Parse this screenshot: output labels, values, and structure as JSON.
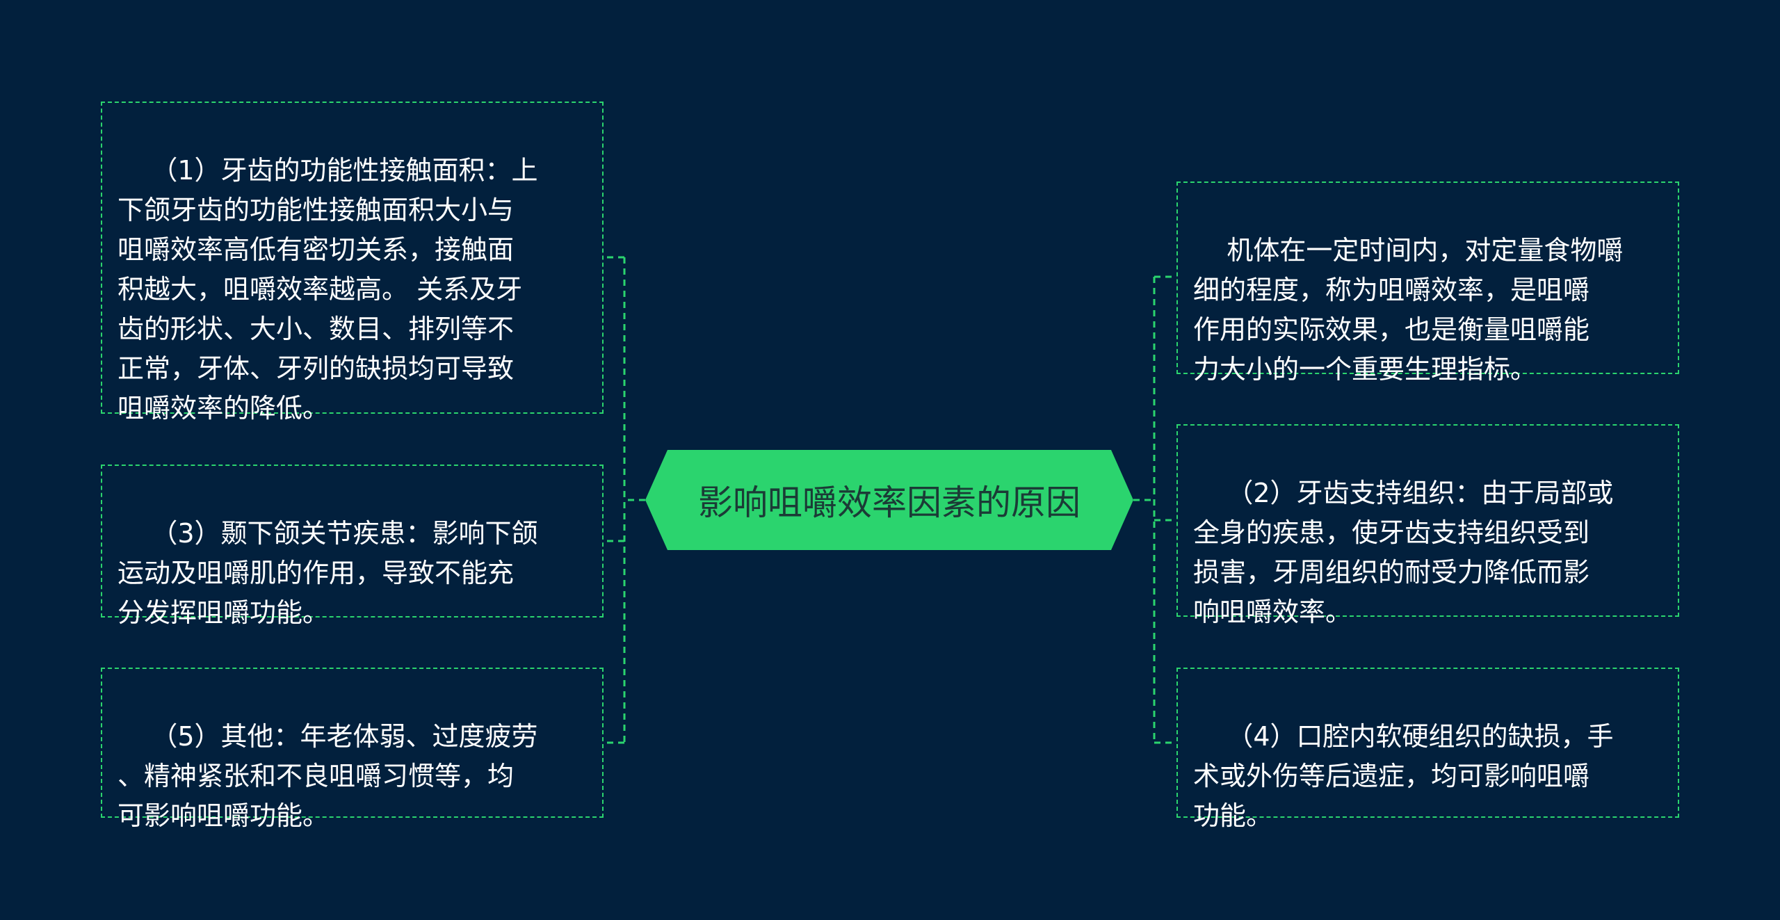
{
  "center": {
    "label": "影响咀嚼效率因素的原因"
  },
  "left_nodes": [
    {
      "id": "factor-1",
      "text": "（1）牙齿的功能性接触面积：上\n下颌牙齿的功能性接触面积大小与\n咀嚼效率高低有密切关系，接触面\n积越大，咀嚼效率越高。 关系及牙\n齿的形状、大小、数目、排列等不\n正常，牙体、牙列的缺损均可导致\n咀嚼效率的降低。"
    },
    {
      "id": "factor-3",
      "text": "（3）颞下颌关节疾患：影响下颌\n运动及咀嚼肌的作用，导致不能充\n分发挥咀嚼功能。"
    },
    {
      "id": "factor-5",
      "text": "（5）其他：年老体弱、过度疲劳\n、精神紧张和不良咀嚼习惯等，均\n可影响咀嚼功能。"
    }
  ],
  "right_nodes": [
    {
      "id": "definition",
      "text": "机体在一定时间内，对定量食物嚼\n细的程度，称为咀嚼效率，是咀嚼\n作用的实际效果，也是衡量咀嚼能\n力大小的一个重要生理指标。"
    },
    {
      "id": "factor-2",
      "text": "（2）牙齿支持组织：由于局部或\n全身的疾患，使牙齿支持组织受到\n损害，牙周组织的耐受力降低而影\n响咀嚼效率。"
    },
    {
      "id": "factor-4",
      "text": "（4）口腔内软硬组织的缺损，手\n术或外伤等后遗症，均可影响咀嚼\n功能。"
    }
  ],
  "colors": {
    "background": "#02203d",
    "accent": "#2bd46e",
    "text": "#ffffff",
    "center_text": "#1b3b36"
  }
}
